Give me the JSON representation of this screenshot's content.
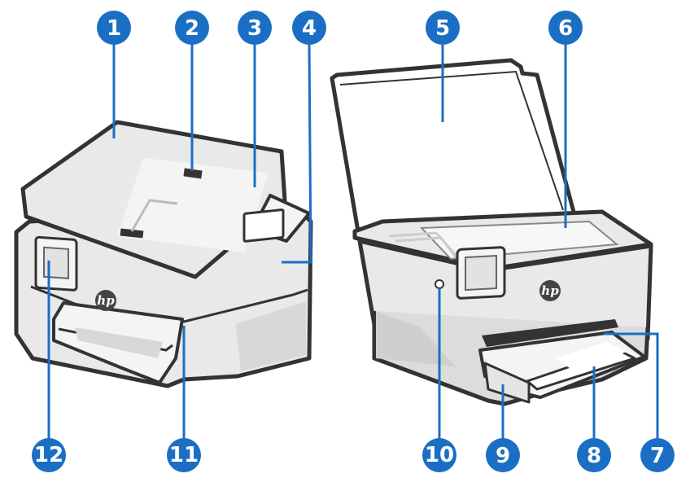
{
  "colors": {
    "callout": "#1a6fc4",
    "outline": "#333333",
    "body_fill": "#e9e9ea",
    "panel_fill": "#f4f4f4",
    "shadow_fill": "#d8d8d8",
    "leader": "#1a6fc4"
  },
  "logo": {
    "text": "hp"
  },
  "callouts": [
    {
      "id": "1",
      "label": "1"
    },
    {
      "id": "2",
      "label": "2"
    },
    {
      "id": "3",
      "label": "3"
    },
    {
      "id": "4",
      "label": "4"
    },
    {
      "id": "5",
      "label": "5"
    },
    {
      "id": "6",
      "label": "6"
    },
    {
      "id": "7",
      "label": "7"
    },
    {
      "id": "8",
      "label": "8"
    },
    {
      "id": "9",
      "label": "9"
    },
    {
      "id": "10",
      "label": "10"
    },
    {
      "id": "11",
      "label": "11"
    },
    {
      "id": "12",
      "label": "12"
    }
  ]
}
